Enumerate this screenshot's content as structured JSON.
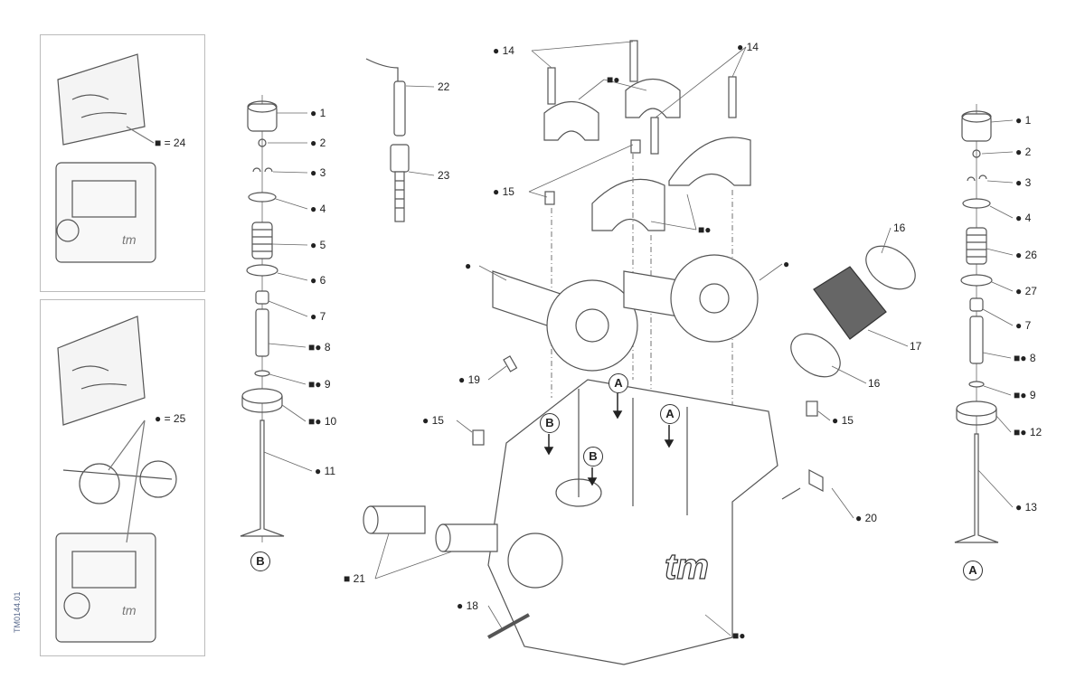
{
  "drawing_code": "TM0144.01",
  "kits": [
    {
      "marker": "■",
      "text": "= 24"
    },
    {
      "marker": "●",
      "text": "= 25"
    }
  ],
  "left_valve_labels": [
    {
      "marker": "●",
      "num": "1"
    },
    {
      "marker": "●",
      "num": "2"
    },
    {
      "marker": "●",
      "num": "3"
    },
    {
      "marker": "●",
      "num": "4"
    },
    {
      "marker": "●",
      "num": "5"
    },
    {
      "marker": "●",
      "num": "6"
    },
    {
      "marker": "●",
      "num": "7"
    },
    {
      "marker": "■●",
      "num": "8"
    },
    {
      "marker": "■●",
      "num": "9"
    },
    {
      "marker": "■●",
      "num": "10"
    },
    {
      "marker": "●",
      "num": "11"
    }
  ],
  "left_valve_id": "B",
  "right_valve_labels": [
    {
      "marker": "●",
      "num": "1"
    },
    {
      "marker": "●",
      "num": "2"
    },
    {
      "marker": "●",
      "num": "3"
    },
    {
      "marker": "●",
      "num": "4"
    },
    {
      "marker": "●",
      "num": "26"
    },
    {
      "marker": "●",
      "num": "27"
    },
    {
      "marker": "●",
      "num": "7"
    },
    {
      "marker": "■●",
      "num": "8"
    },
    {
      "marker": "■●",
      "num": "9"
    },
    {
      "marker": "■●",
      "num": "12"
    },
    {
      "marker": "●",
      "num": "13"
    }
  ],
  "right_valve_id": "A",
  "center_labels": [
    {
      "marker": "",
      "num": "22"
    },
    {
      "marker": "",
      "num": "23"
    },
    {
      "marker": "●",
      "num": "14"
    },
    {
      "marker": "●",
      "num": "14"
    },
    {
      "marker": "■●",
      "num": ""
    },
    {
      "marker": "●",
      "num": "15"
    },
    {
      "marker": "■●",
      "num": ""
    },
    {
      "marker": "●",
      "num": ""
    },
    {
      "marker": "●",
      "num": ""
    },
    {
      "marker": "",
      "num": "16"
    },
    {
      "marker": "",
      "num": "17"
    },
    {
      "marker": "",
      "num": "16"
    },
    {
      "marker": "●",
      "num": "19"
    },
    {
      "marker": "●",
      "num": "15"
    },
    {
      "marker": "●",
      "num": "15"
    },
    {
      "marker": "●",
      "num": "20"
    },
    {
      "marker": "■",
      "num": "21"
    },
    {
      "marker": "●",
      "num": "18"
    },
    {
      "marker": "■●",
      "num": ""
    }
  ],
  "valve_seat_callouts": [
    "A",
    "A",
    "B",
    "B"
  ]
}
